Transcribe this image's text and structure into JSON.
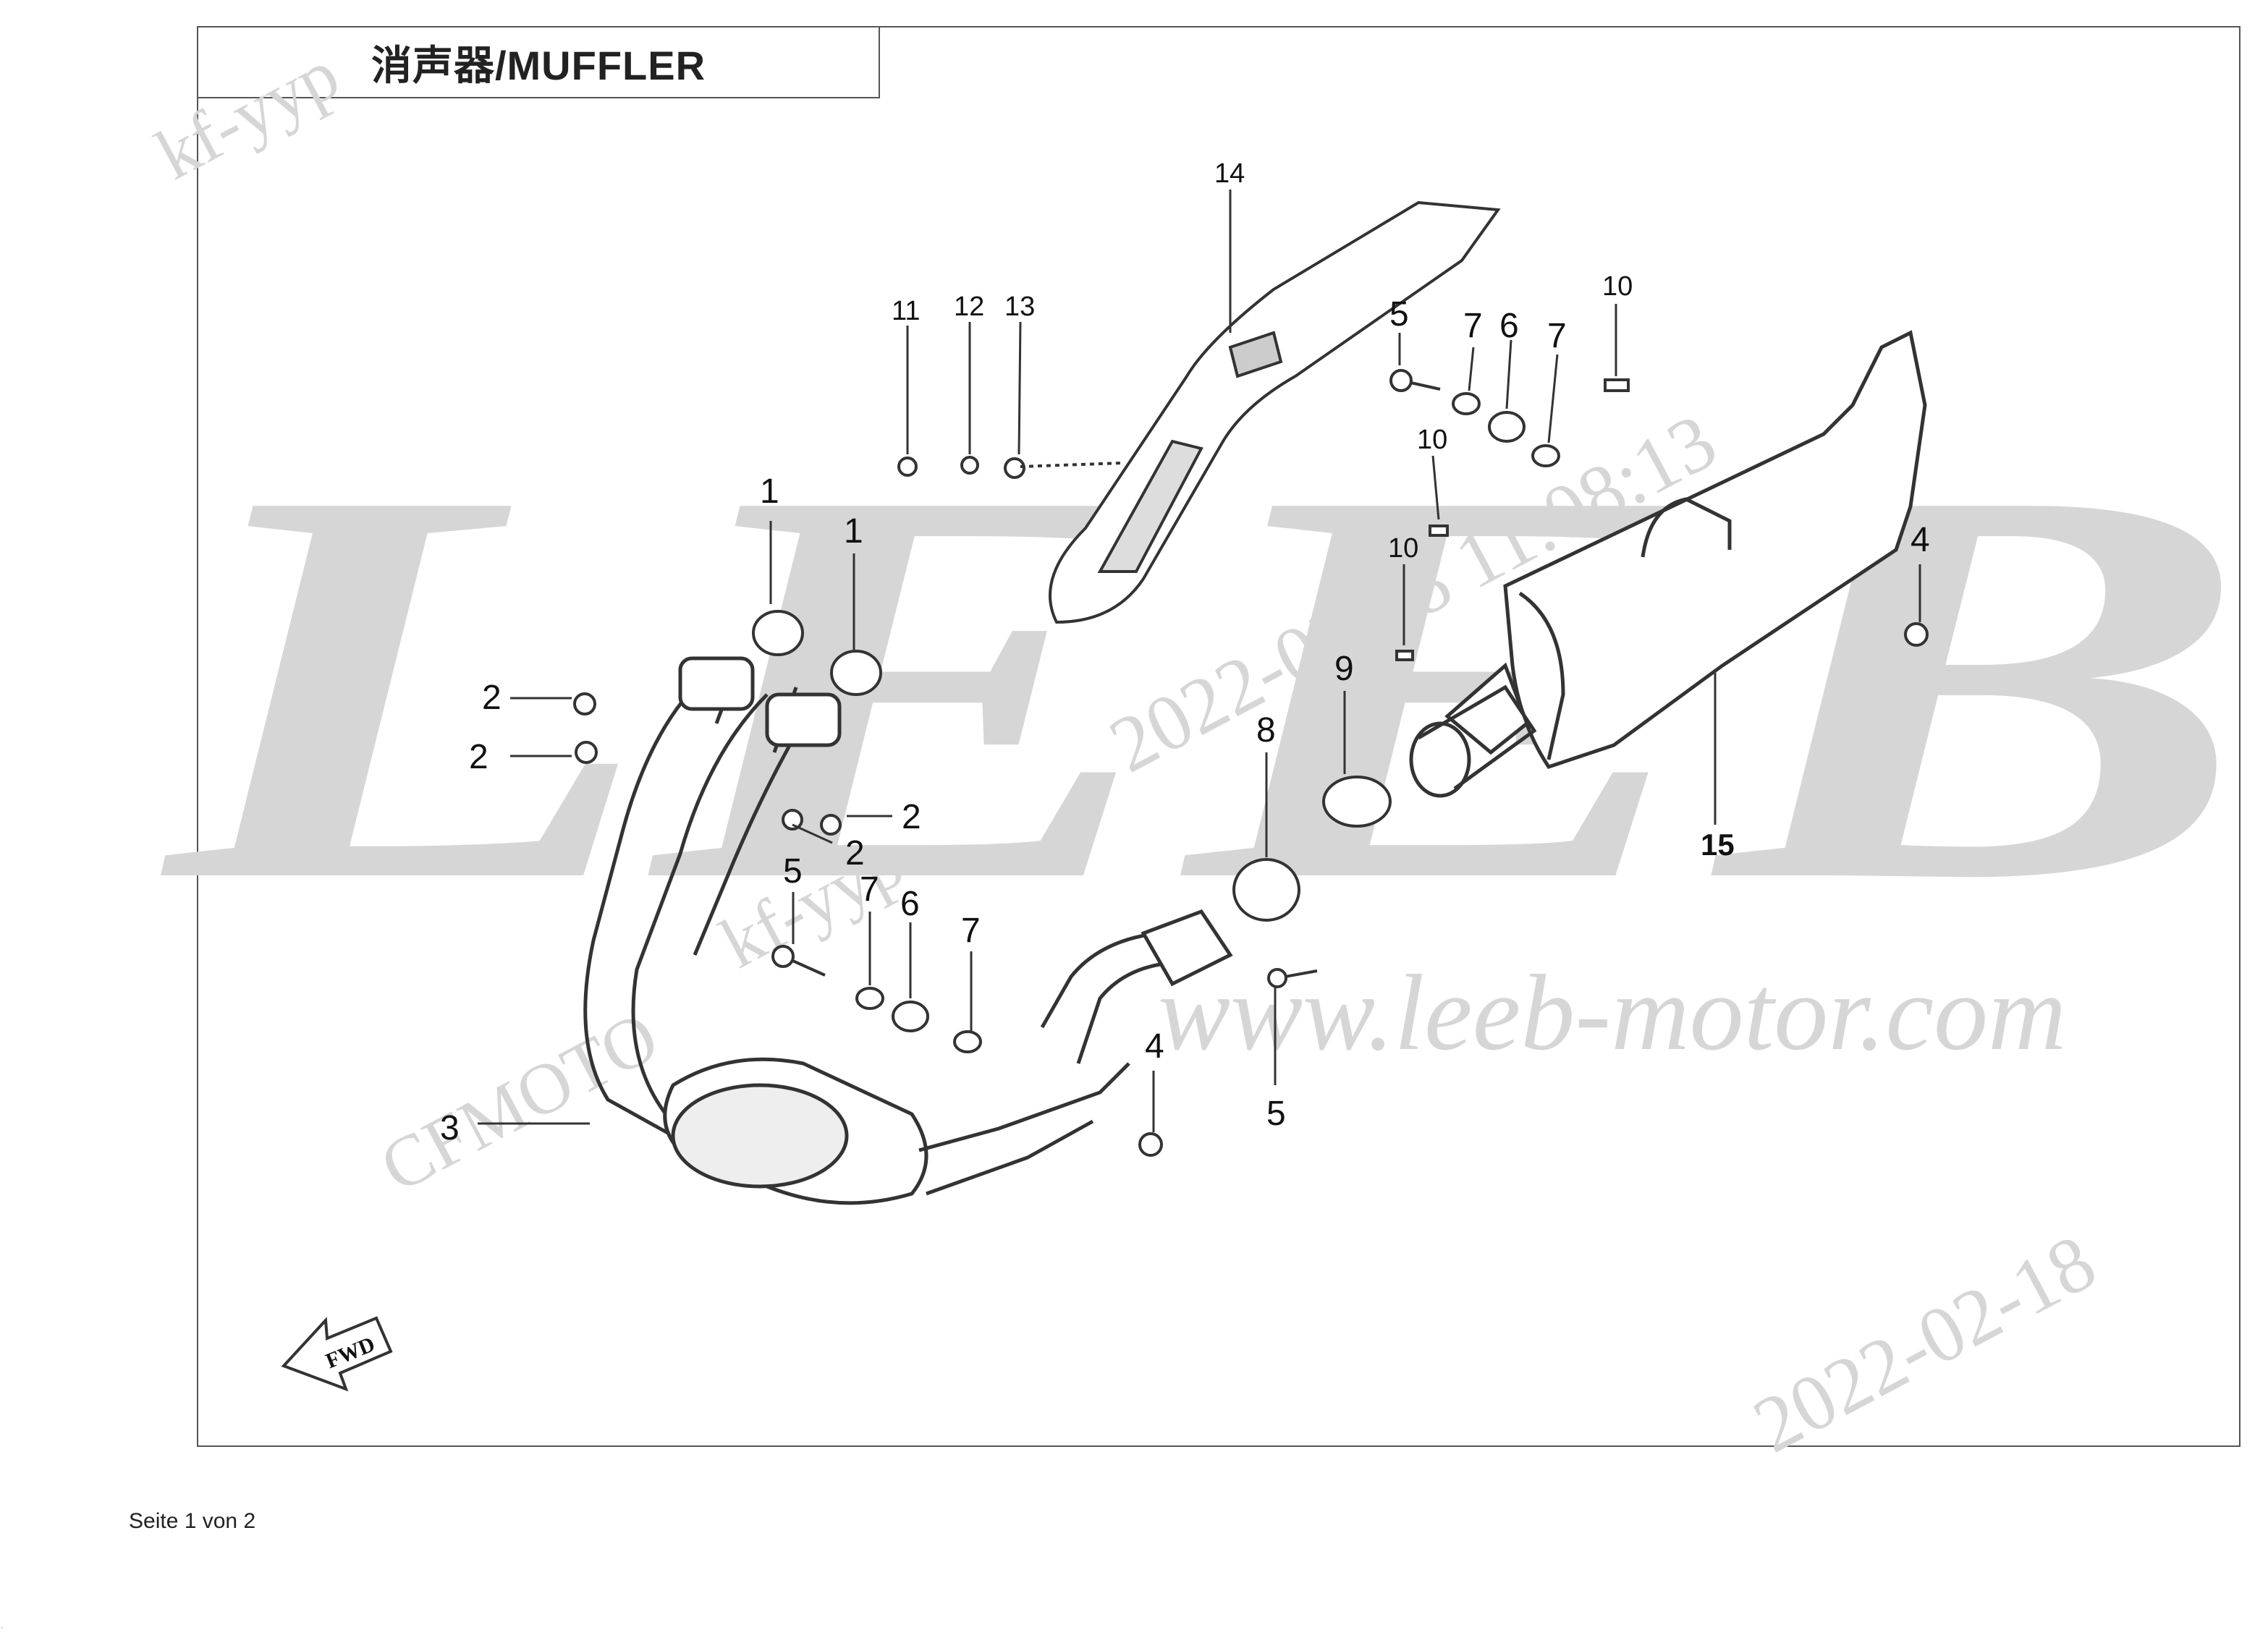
{
  "title": "消声器/MUFFLER",
  "footer": "Seite 1 von 2",
  "watermarks": {
    "brand": "LEEB",
    "url": "www.leeb-motor.com",
    "stamp_date_1": "2022-02-18 11:08:13",
    "stamp_user_1": "kf-yyp",
    "stamp_user_2": "kf-yyp",
    "stamp_maker": "CFMOTO",
    "stamp_date_2": "2022-02-18"
  },
  "fwd_label": "FWD",
  "callouts": {
    "c1a": "1",
    "c1b": "1",
    "c2a": "2",
    "c2b": "2",
    "c2c": "2",
    "c2d": "2",
    "c3": "3",
    "c4a": "4",
    "c4b": "4",
    "c5a": "5",
    "c5b": "5",
    "c5c": "5",
    "c6a": "6",
    "c6b": "6",
    "c7a": "7",
    "c7b": "7",
    "c7c": "7",
    "c7d": "7",
    "c8": "8",
    "c9": "9",
    "c10a": "10",
    "c10b": "10",
    "c10c": "10",
    "c11": "11",
    "c12": "12",
    "c13": "13",
    "c14": "14",
    "c15": "15"
  }
}
